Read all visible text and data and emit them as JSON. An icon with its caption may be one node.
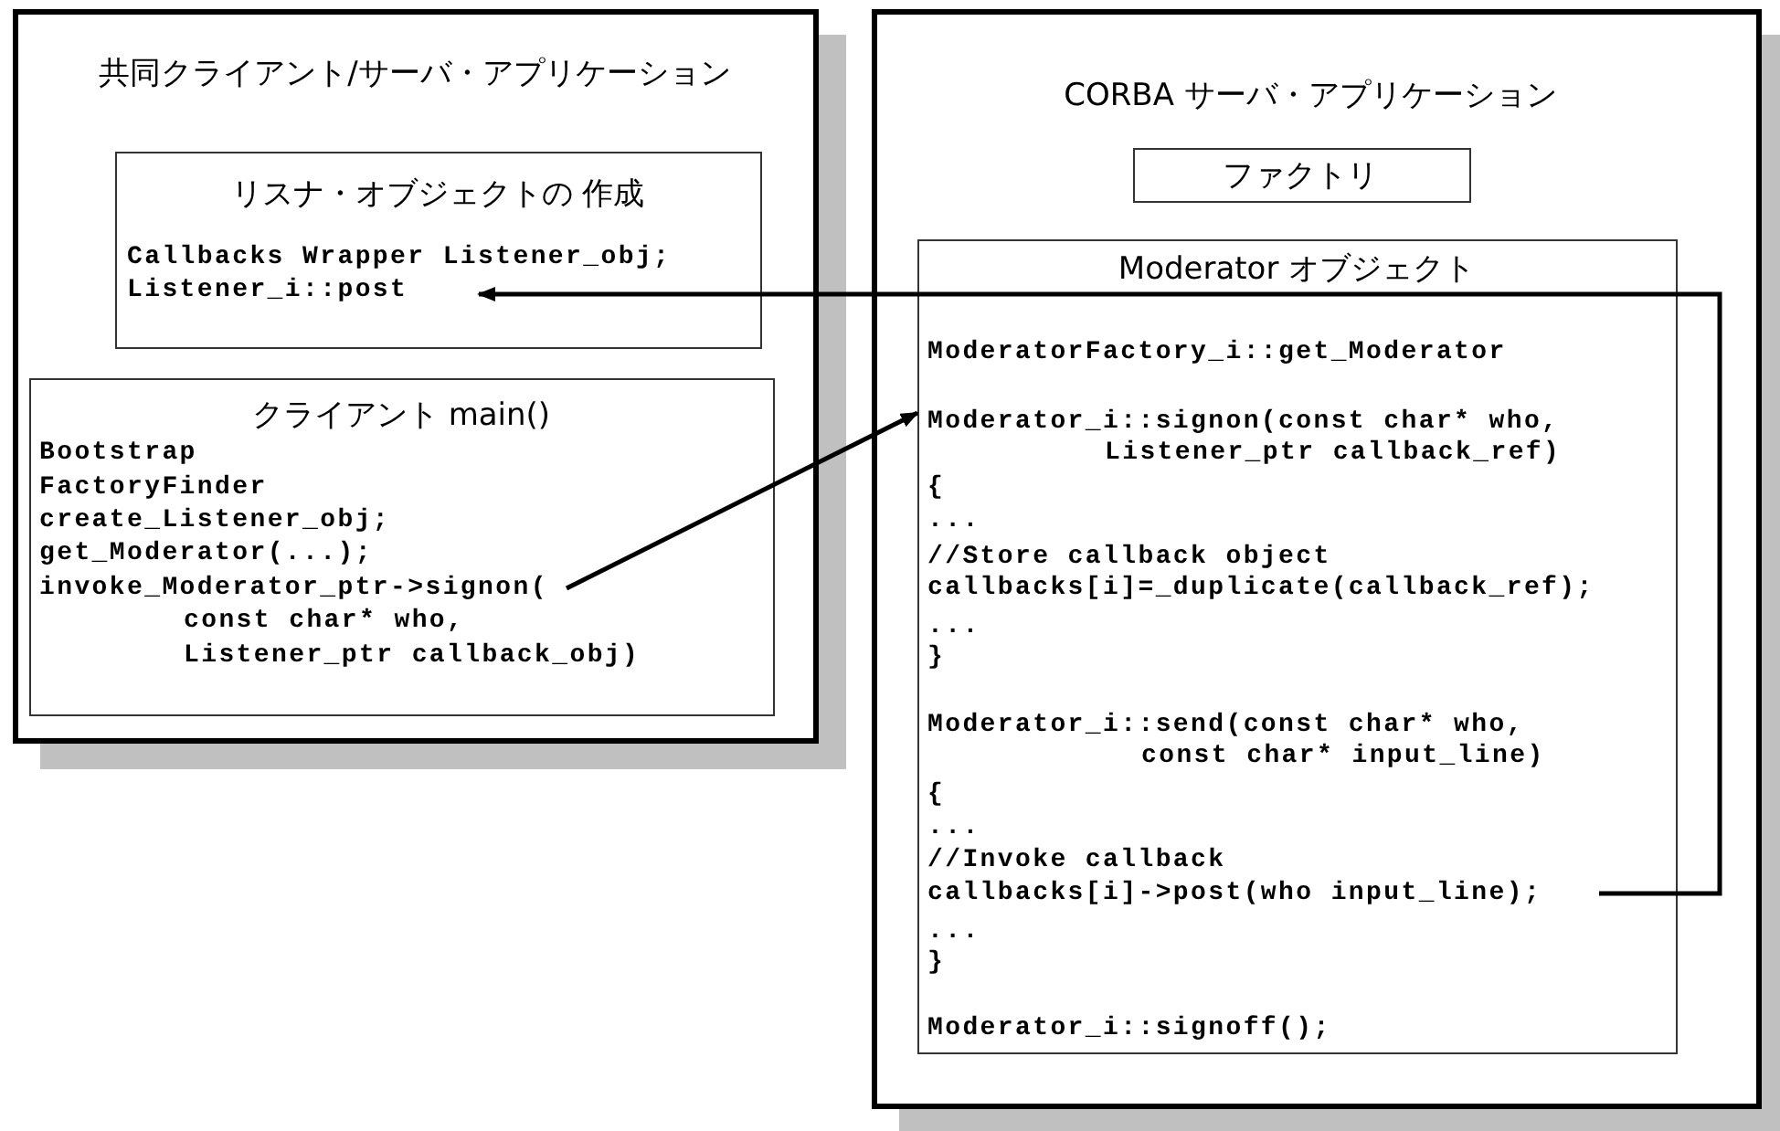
{
  "diagram": {
    "nodes": [
      {
        "text": [
          "共同クライアント/サーバ・アプリケーション"
        ]
      },
      {
        "text": [
          "リスナ・オブジェクトの 作成",
          "Callbacks Wrapper Listener_obj;"
        ],
        "in": 0
      },
      {
        "text": [
          "Listener_i::post"
        ],
        "in": 1
      },
      {
        "text": [
          "クライアント main()",
          "Bootstrap",
          "FactoryFinder",
          "create_Listener_obj;",
          "get_Moderator(...);",
          "const char* who,",
          "Listener_ptr callback_obj)"
        ],
        "in": 0
      },
      {
        "text": [
          "invoke_Moderator_ptr->signon("
        ],
        "in": 3
      },
      {
        "text": [
          "CORBA サーバ・アプリケーション"
        ]
      },
      {
        "text": [
          "ファクトリ"
        ],
        "in": 5
      },
      {
        "text": [
          "Moderator オブジェクト",
          "ModeratorFactory_i::get_Moderator",
          "Moderator_i::signon(const char* who,",
          "Listener_ptr callback_ref)",
          "{",
          "...",
          "//Store callback object",
          "callbacks[i]=_duplicate(callback_ref);",
          "...",
          "}",
          "Moderator_i::send(const char* who,",
          "const char* input_line)",
          "{",
          "...",
          "//Invoke callback",
          "...",
          "}",
          "Moderator_i::signoff();"
        ],
        "in": 5
      },
      {
        "text": [
          "callbacks[i]->post(who input_line);"
        ],
        "in": 7
      }
    ],
    "edges": [
      {
        "from": 8,
        "to": 2,
        "arrow": "to"
      },
      {
        "from": 4,
        "to": 7,
        "arrow": "to"
      }
    ]
  }
}
